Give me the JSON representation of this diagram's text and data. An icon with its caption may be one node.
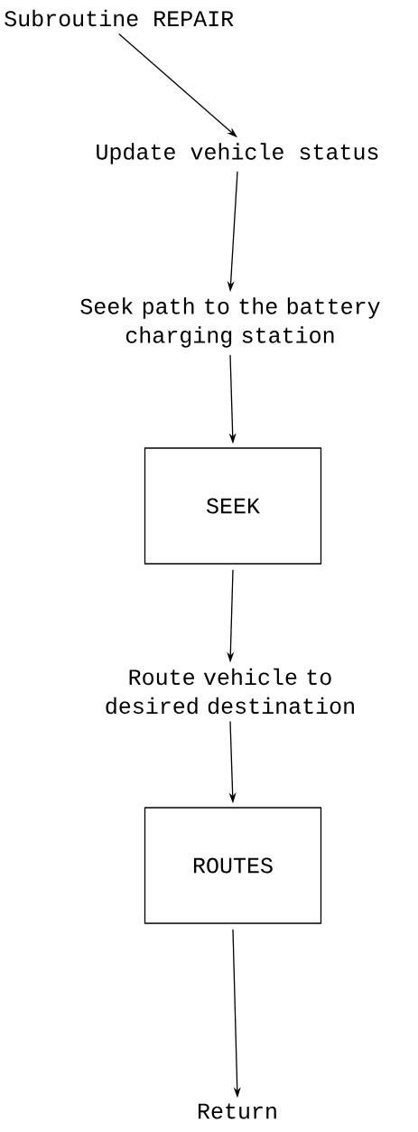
{
  "diagram": {
    "nodes": [
      {
        "text": [
          "Subroutine REPAIR"
        ]
      },
      {
        "text": [
          "Update vehicle status"
        ]
      },
      {
        "text": [
          "Seek path to the battery charging station"
        ]
      },
      {
        "text": [
          "SEEK"
        ]
      },
      {
        "text": [
          "Route vehicle to desired destination"
        ]
      },
      {
        "text": [
          "ROUTES"
        ]
      },
      {
        "text": [
          "Return"
        ]
      }
    ],
    "edges": [
      {
        "from": 0,
        "to": 1,
        "arrow": "to"
      },
      {
        "from": 1,
        "to": 2,
        "arrow": "to"
      },
      {
        "from": 2,
        "to": 3,
        "arrow": "to"
      },
      {
        "from": 3,
        "to": 4,
        "arrow": "to"
      },
      {
        "from": 4,
        "to": 5,
        "arrow": "to"
      },
      {
        "from": 5,
        "to": 6,
        "arrow": "to"
      }
    ]
  }
}
